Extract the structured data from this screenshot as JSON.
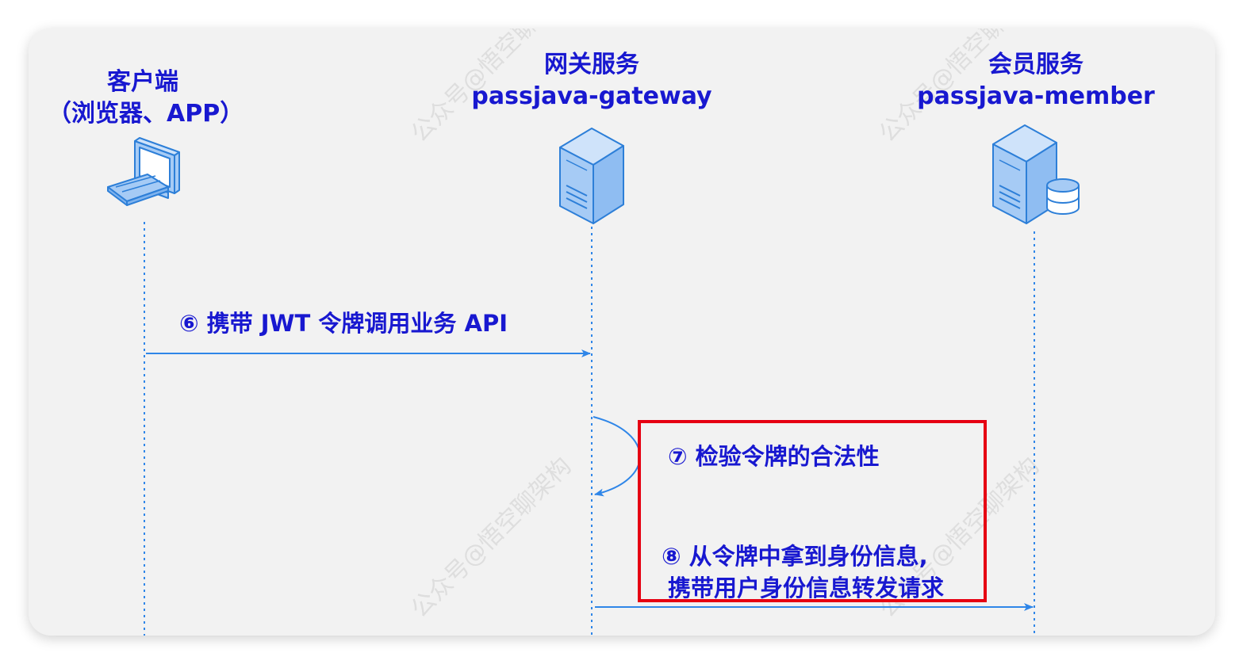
{
  "actors": {
    "client": {
      "title": "客户端",
      "subtitle": "（浏览器、APP）"
    },
    "gateway": {
      "title": "网关服务",
      "subtitle": "passjava-gateway"
    },
    "member": {
      "title": "会员服务",
      "subtitle": "passjava-member"
    }
  },
  "messages": {
    "step6": "⑥ 携带 JWT 令牌调用业务 API",
    "step7": "⑦ 检验令牌的合法性",
    "step8_line1": "⑧ 从令牌中拿到身份信息,",
    "step8_line2": "携带用户身份信息转发请求"
  },
  "watermarks": [
    "公众号@悟空聊架构",
    "公众号@悟空聊架构",
    "公众号@悟空聊架构",
    "公众号@悟空聊架构"
  ],
  "colors": {
    "text": "#1818d0",
    "line": "#2f86e8",
    "highlight": "#e60012",
    "icon_fill": "#a6cbf5",
    "icon_stroke": "#2d7fd8"
  },
  "icons": [
    "computer-icon",
    "server-icon",
    "database-server-icon"
  ]
}
